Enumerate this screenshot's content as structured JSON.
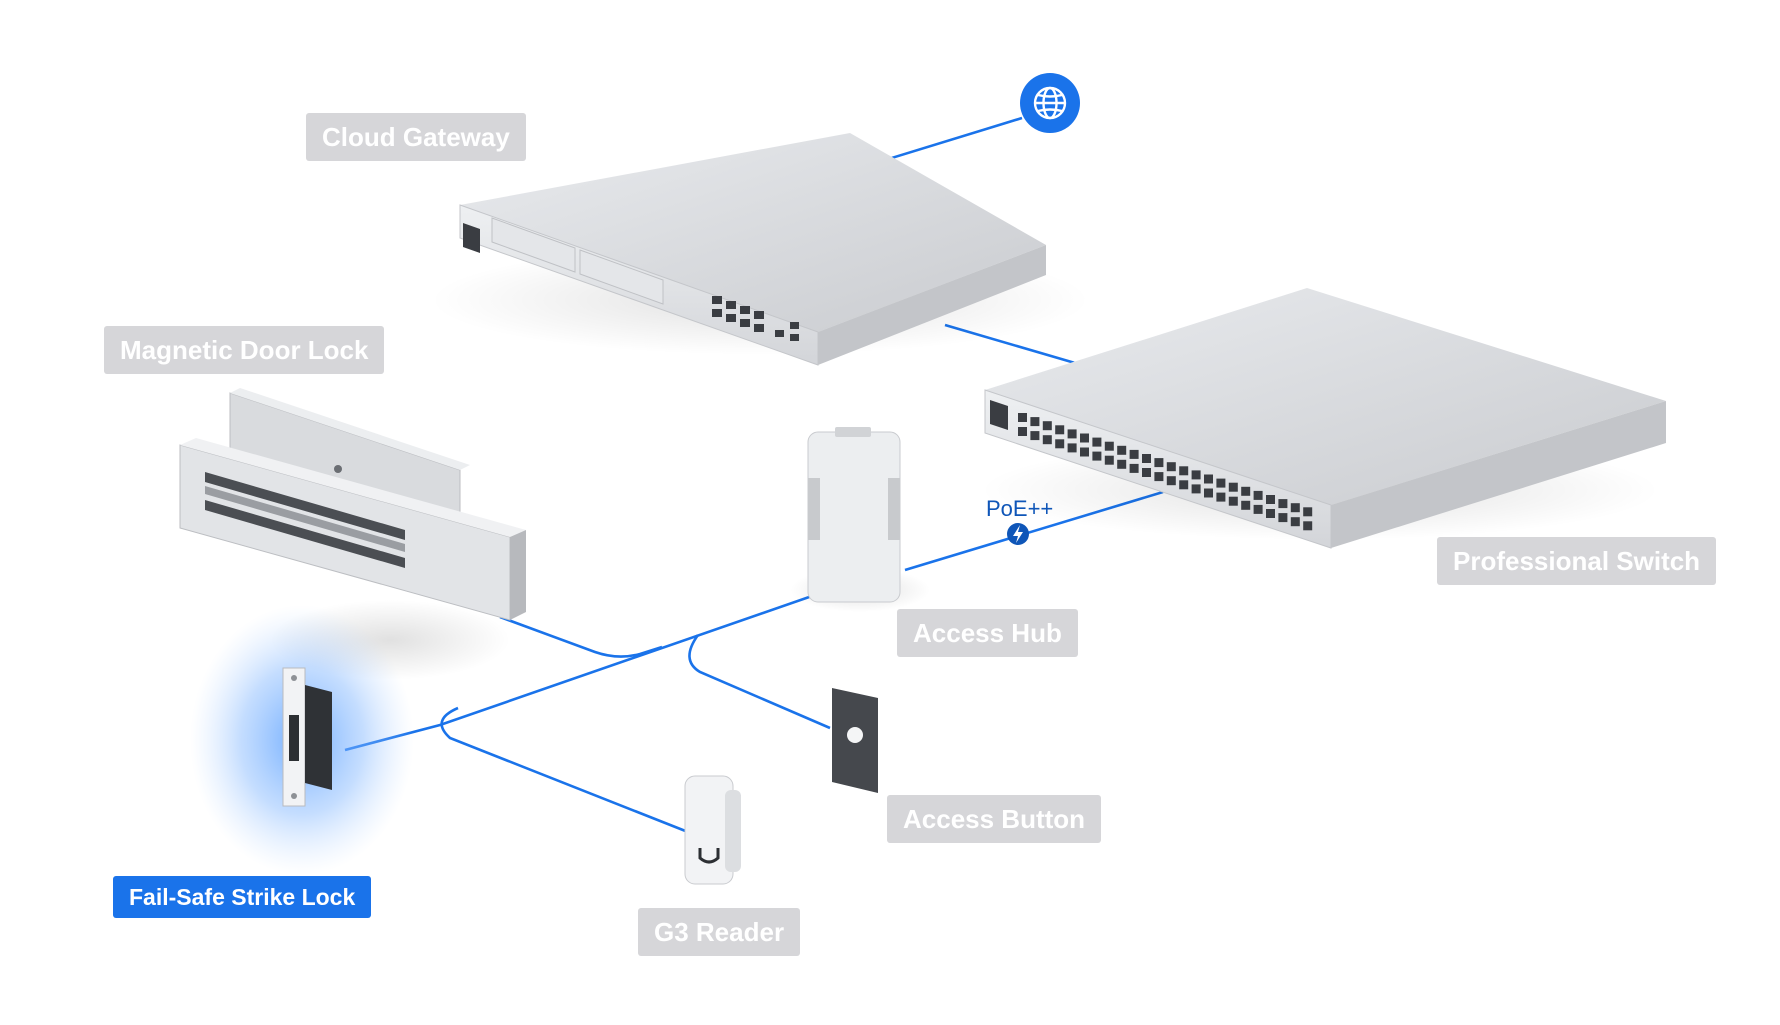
{
  "labels": {
    "cloud_gateway": "Cloud Gateway",
    "magnetic_door_lock": "Magnetic Door Lock",
    "professional_switch": "Professional Switch",
    "access_hub": "Access Hub",
    "access_button": "Access Button",
    "fail_safe_strike_lock": "Fail-Safe Strike Lock",
    "g3_reader": "G3 Reader"
  },
  "poe_label": "PoE++",
  "selected_device": "fail_safe_strike_lock",
  "colors": {
    "connection": "#1a73ea",
    "label_bg": "#d6d6d9",
    "label_active_bg": "#1a73ea",
    "device_body": "#d8dadd",
    "glow": "#5aa0ff"
  },
  "icons": [
    "globe-icon",
    "lightning-icon",
    "ubiquiti-logo-icon"
  ]
}
